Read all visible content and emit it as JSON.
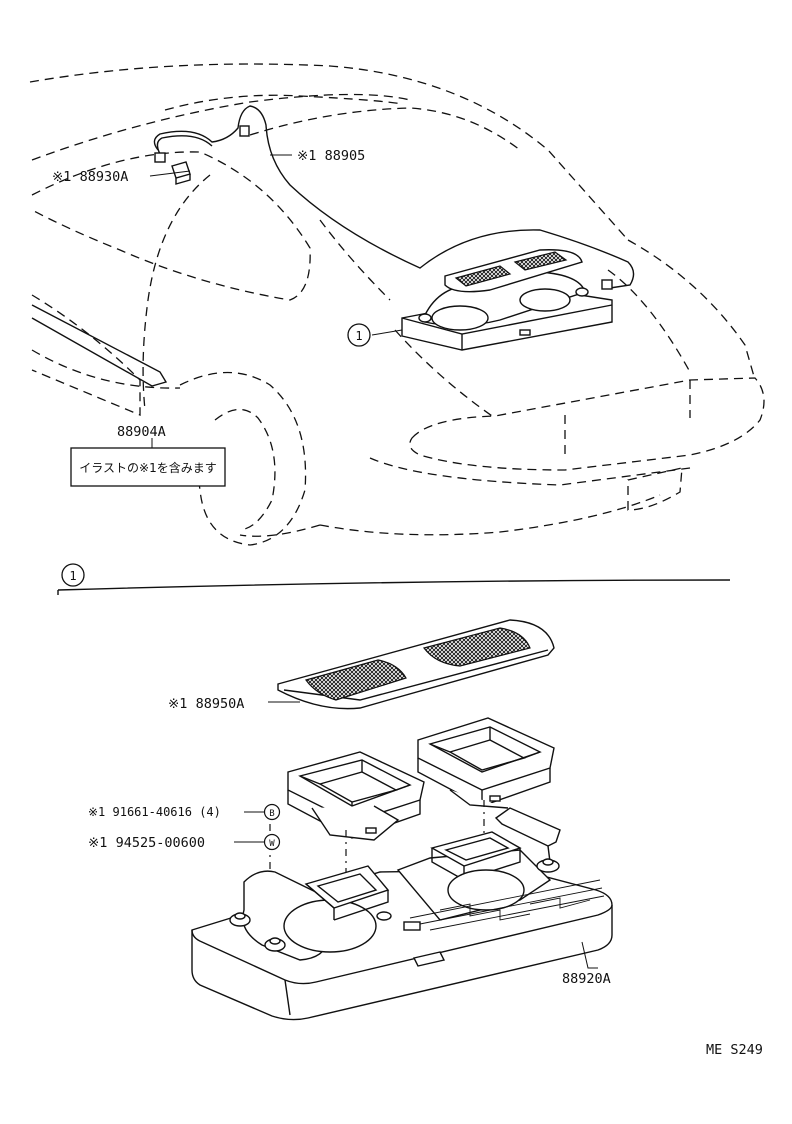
{
  "labels": {
    "wire_harness": "※1  88905",
    "connector": "※1  88930A",
    "speaker_assy_callout": "1",
    "amplifier_label": "88904A",
    "note_box": "イラストの※1を含みます",
    "section_marker": "1",
    "cover": "※1  88950A",
    "screw": "※1 91661-40616 (4)",
    "screw_symbol": "B",
    "washer": "※1  94525-00600",
    "washer_symbol": "W",
    "speaker_box": "88920A",
    "page_code": "ME S249"
  }
}
